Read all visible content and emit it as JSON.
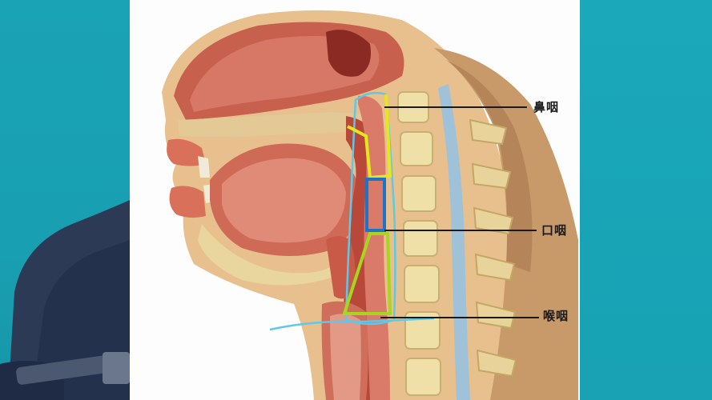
{
  "labels": {
    "nasopharynx": "鼻咽",
    "oropharynx": "口咽",
    "laryngopharynx": "喉咽"
  },
  "colors": {
    "background": "#1ba6b8",
    "slide": "#fdfdfd",
    "annotation_yellow": "#e6e61e",
    "annotation_blue": "#1e73c8",
    "annotation_green": "#a6d61e",
    "annotation_cyan": "#5ec8e6"
  }
}
